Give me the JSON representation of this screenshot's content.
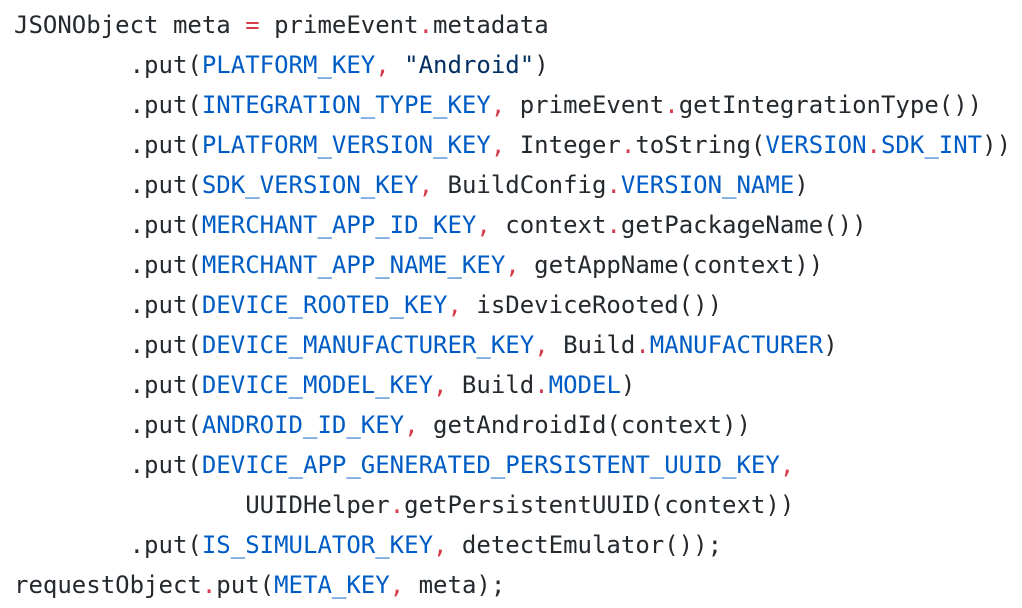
{
  "colors": {
    "background": "#ffffff",
    "plain": "#24292e",
    "constant": "#005cc5",
    "operator": "#d73a49",
    "string": "#032f62"
  },
  "code": {
    "lines": [
      [
        {
          "text": "JSONObject meta ",
          "type": "plain"
        },
        {
          "text": "=",
          "type": "operator"
        },
        {
          "text": " primeEvent",
          "type": "plain"
        },
        {
          "text": ".",
          "type": "operator"
        },
        {
          "text": "metadata",
          "type": "plain"
        }
      ],
      [
        {
          "text": "        .put(",
          "type": "plain"
        },
        {
          "text": "PLATFORM_KEY",
          "type": "constant"
        },
        {
          "text": ",",
          "type": "operator"
        },
        {
          "text": " ",
          "type": "plain"
        },
        {
          "text": "\"Android\"",
          "type": "string"
        },
        {
          "text": ")",
          "type": "plain"
        }
      ],
      [
        {
          "text": "        .put(",
          "type": "plain"
        },
        {
          "text": "INTEGRATION_TYPE_KEY",
          "type": "constant"
        },
        {
          "text": ",",
          "type": "operator"
        },
        {
          "text": " primeEvent",
          "type": "plain"
        },
        {
          "text": ".",
          "type": "operator"
        },
        {
          "text": "getIntegrationType())",
          "type": "plain"
        }
      ],
      [
        {
          "text": "        .put(",
          "type": "plain"
        },
        {
          "text": "PLATFORM_VERSION_KEY",
          "type": "constant"
        },
        {
          "text": ",",
          "type": "operator"
        },
        {
          "text": " Integer",
          "type": "plain"
        },
        {
          "text": ".",
          "type": "operator"
        },
        {
          "text": "toString(",
          "type": "plain"
        },
        {
          "text": "VERSION",
          "type": "constant"
        },
        {
          "text": ".",
          "type": "operator"
        },
        {
          "text": "SDK_INT",
          "type": "constant"
        },
        {
          "text": "))",
          "type": "plain"
        }
      ],
      [
        {
          "text": "        .put(",
          "type": "plain"
        },
        {
          "text": "SDK_VERSION_KEY",
          "type": "constant"
        },
        {
          "text": ",",
          "type": "operator"
        },
        {
          "text": " BuildConfig",
          "type": "plain"
        },
        {
          "text": ".",
          "type": "operator"
        },
        {
          "text": "VERSION_NAME",
          "type": "constant"
        },
        {
          "text": ")",
          "type": "plain"
        }
      ],
      [
        {
          "text": "        .put(",
          "type": "plain"
        },
        {
          "text": "MERCHANT_APP_ID_KEY",
          "type": "constant"
        },
        {
          "text": ",",
          "type": "operator"
        },
        {
          "text": " context",
          "type": "plain"
        },
        {
          "text": ".",
          "type": "operator"
        },
        {
          "text": "getPackageName())",
          "type": "plain"
        }
      ],
      [
        {
          "text": "        .put(",
          "type": "plain"
        },
        {
          "text": "MERCHANT_APP_NAME_KEY",
          "type": "constant"
        },
        {
          "text": ",",
          "type": "operator"
        },
        {
          "text": " getAppName(context))",
          "type": "plain"
        }
      ],
      [
        {
          "text": "        .put(",
          "type": "plain"
        },
        {
          "text": "DEVICE_ROOTED_KEY",
          "type": "constant"
        },
        {
          "text": ",",
          "type": "operator"
        },
        {
          "text": " isDeviceRooted())",
          "type": "plain"
        }
      ],
      [
        {
          "text": "        .put(",
          "type": "plain"
        },
        {
          "text": "DEVICE_MANUFACTURER_KEY",
          "type": "constant"
        },
        {
          "text": ",",
          "type": "operator"
        },
        {
          "text": " Build",
          "type": "plain"
        },
        {
          "text": ".",
          "type": "operator"
        },
        {
          "text": "MANUFACTURER",
          "type": "constant"
        },
        {
          "text": ")",
          "type": "plain"
        }
      ],
      [
        {
          "text": "        .put(",
          "type": "plain"
        },
        {
          "text": "DEVICE_MODEL_KEY",
          "type": "constant"
        },
        {
          "text": ",",
          "type": "operator"
        },
        {
          "text": " Build",
          "type": "plain"
        },
        {
          "text": ".",
          "type": "operator"
        },
        {
          "text": "MODEL",
          "type": "constant"
        },
        {
          "text": ")",
          "type": "plain"
        }
      ],
      [
        {
          "text": "        .put(",
          "type": "plain"
        },
        {
          "text": "ANDROID_ID_KEY",
          "type": "constant"
        },
        {
          "text": ",",
          "type": "operator"
        },
        {
          "text": " getAndroidId(context))",
          "type": "plain"
        }
      ],
      [
        {
          "text": "        .put(",
          "type": "plain"
        },
        {
          "text": "DEVICE_APP_GENERATED_PERSISTENT_UUID_KEY",
          "type": "constant"
        },
        {
          "text": ",",
          "type": "operator"
        }
      ],
      [
        {
          "text": "                UUIDHelper",
          "type": "plain"
        },
        {
          "text": ".",
          "type": "operator"
        },
        {
          "text": "getPersistentUUID(context))",
          "type": "plain"
        }
      ],
      [
        {
          "text": "        .put(",
          "type": "plain"
        },
        {
          "text": "IS_SIMULATOR_KEY",
          "type": "constant"
        },
        {
          "text": ",",
          "type": "operator"
        },
        {
          "text": " detectEmulator());",
          "type": "plain"
        }
      ],
      [
        {
          "text": "requestObject",
          "type": "plain"
        },
        {
          "text": ".",
          "type": "operator"
        },
        {
          "text": "put(",
          "type": "plain"
        },
        {
          "text": "META_KEY",
          "type": "constant"
        },
        {
          "text": ",",
          "type": "operator"
        },
        {
          "text": " meta);",
          "type": "plain"
        }
      ]
    ]
  }
}
